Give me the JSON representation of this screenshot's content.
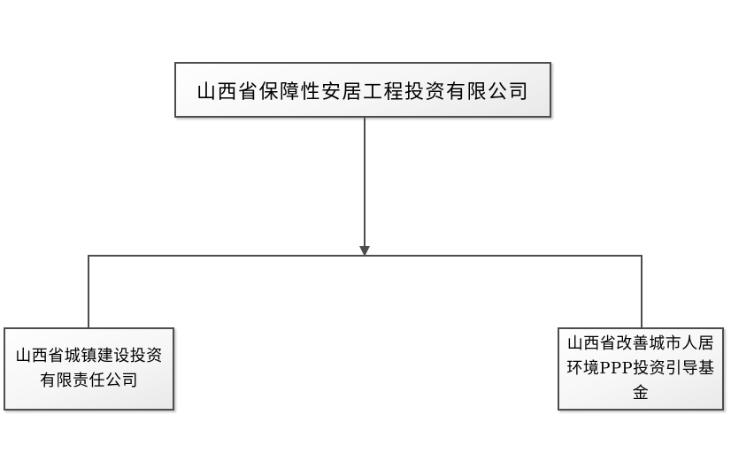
{
  "diagram": {
    "type": "org-chart",
    "colors": {
      "line": "#4d4d4d",
      "node_border": "#4d4d4d",
      "node_fill_top": "#fefefe",
      "node_fill_bottom": "#e9e9e9",
      "text": "#000000",
      "background": "#ffffff"
    },
    "root": {
      "label": "山西省保障性安居工程投资有限公司"
    },
    "children": [
      {
        "label": "山西省城镇建设投资有限责任公司",
        "line1": "山西省城镇建设投资",
        "line2": "有限责任公司"
      },
      {
        "label": "山西省改善城市人居环境PPP投资引导基金",
        "line1": "山西省改善城市人居",
        "line2": "环境PPP投资引导基金"
      }
    ]
  }
}
